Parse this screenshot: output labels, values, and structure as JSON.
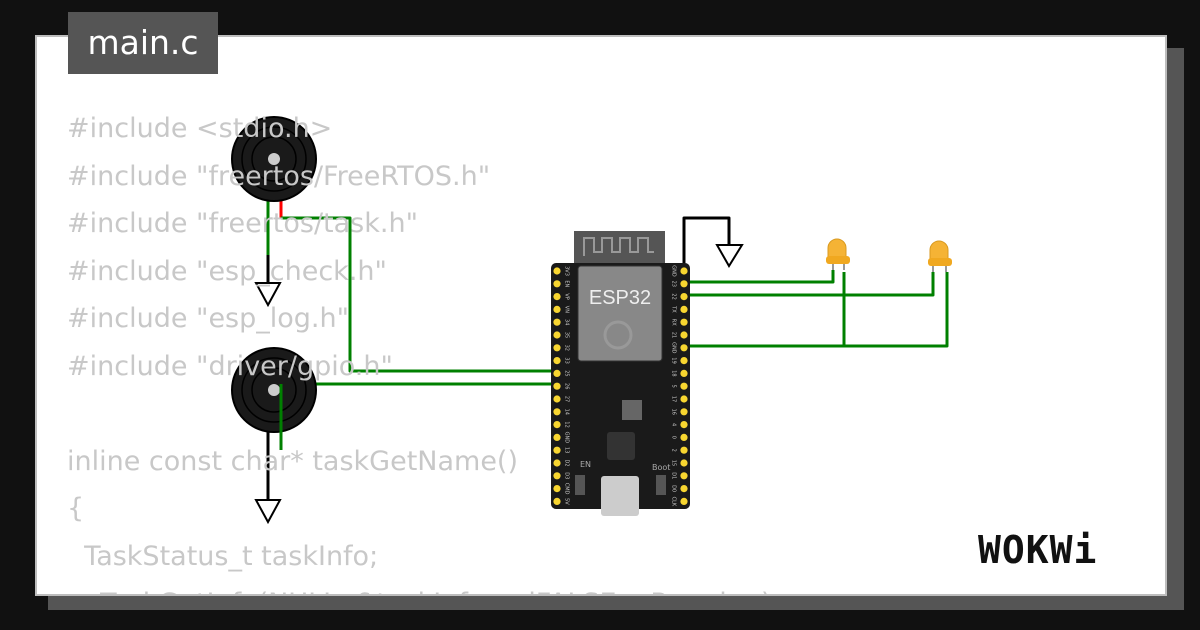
{
  "tab": {
    "filename": "main.c"
  },
  "code_lines": [
    "#include <stdio.h>",
    "#include \"freertos/FreeRTOS.h\"",
    "#include \"freertos/task.h\"",
    "#include \"esp_check.h\"",
    "#include \"esp_log.h\"",
    "#include \"driver/gpio.h\"",
    "",
    "inline const char* taskGetName()",
    "{",
    "  TaskStatus_t taskInfo;",
    "  vTaskGetInfo(NULL, &taskInfo, pdFALSE, eRunning);"
  ],
  "board": {
    "label": "ESP32",
    "en_label": "EN",
    "boot_label": "Boot",
    "left_pins": [
      "3V3",
      "EN",
      "VP",
      "VN",
      "34",
      "35",
      "32",
      "33",
      "25",
      "26",
      "27",
      "14",
      "12",
      "GND",
      "13",
      "D2",
      "D3",
      "CMD",
      "5V"
    ],
    "right_pins": [
      "GND",
      "23",
      "22",
      "TX",
      "RX",
      "21",
      "GND",
      "19",
      "18",
      "5",
      "17",
      "16",
      "4",
      "0",
      "2",
      "15",
      "D1",
      "D0",
      "CLK"
    ]
  },
  "logo": "WOKWi",
  "colors": {
    "wire": "#008000",
    "wire_red": "#ff0000",
    "led": "#f5b335",
    "pin": "#f8d630",
    "board": "#1a1a1a",
    "code_text": "#c8c8c8"
  }
}
